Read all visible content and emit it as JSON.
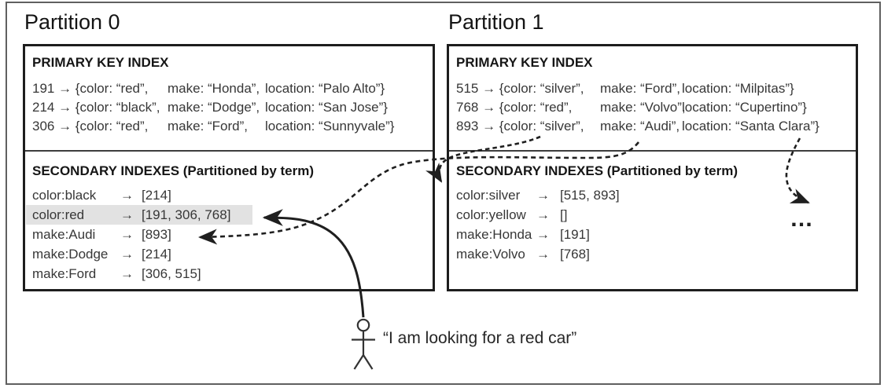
{
  "partitions": [
    {
      "label": "Partition 0",
      "primary": {
        "title": "PRIMARY KEY INDEX",
        "rows": [
          {
            "c1": "191 → {color: “red”,",
            "c2": "make: “Honda”,",
            "c3": "location: “Palo Alto”}"
          },
          {
            "c1": "214 → {color: “black”,",
            "c2": "make: “Dodge”,",
            "c3": "location: “San Jose”}"
          },
          {
            "c1": "306 → {color: “red”,",
            "c2": "make: “Ford”,",
            "c3": "location: “Sunnyvale”}"
          }
        ]
      },
      "secondary": {
        "title": "SECONDARY INDEXES (Partitioned by term)",
        "rows": [
          {
            "term": "color:black",
            "arrow": "→",
            "vals": "[214]",
            "highlight": false
          },
          {
            "term": "color:red",
            "arrow": "→",
            "vals": "[191, 306, 768]",
            "highlight": true
          },
          {
            "term": "make:Audi",
            "arrow": "→",
            "vals": "[893]",
            "highlight": false
          },
          {
            "term": "make:Dodge",
            "arrow": "→",
            "vals": "[214]",
            "highlight": false
          },
          {
            "term": "make:Ford",
            "arrow": "→",
            "vals": "[306, 515]",
            "highlight": false
          }
        ]
      }
    },
    {
      "label": "Partition 1",
      "primary": {
        "title": "PRIMARY KEY INDEX",
        "rows": [
          {
            "c1": "515 → {color: “silver”,",
            "c2": "make: “Ford”,",
            "c3": "location: “Milpitas”}"
          },
          {
            "c1": "768 → {color: “red”,",
            "c2": "make: “Volvo”,",
            "c3": "location: “Cupertino”}"
          },
          {
            "c1": "893 → {color: “silver”,",
            "c2": "make: “Audi”,",
            "c3": "location: “Santa Clara”}"
          }
        ]
      },
      "secondary": {
        "title": "SECONDARY INDEXES (Partitioned by term)",
        "rows": [
          {
            "term": "color:silver",
            "arrow": "→",
            "vals": "[515, 893]",
            "highlight": false
          },
          {
            "term": "color:yellow",
            "arrow": "→",
            "vals": "[]",
            "highlight": false
          },
          {
            "term": "make:Honda",
            "arrow": "→",
            "vals": "[191]",
            "highlight": false
          },
          {
            "term": "make:Volvo",
            "arrow": "→",
            "vals": "[768]",
            "highlight": false
          }
        ]
      }
    }
  ],
  "query": {
    "quote": "“I am looking for a red car”"
  },
  "ellipsis": "…",
  "colors": {
    "highlight": "#e2e2e2",
    "ink": "#1f1f1f"
  }
}
